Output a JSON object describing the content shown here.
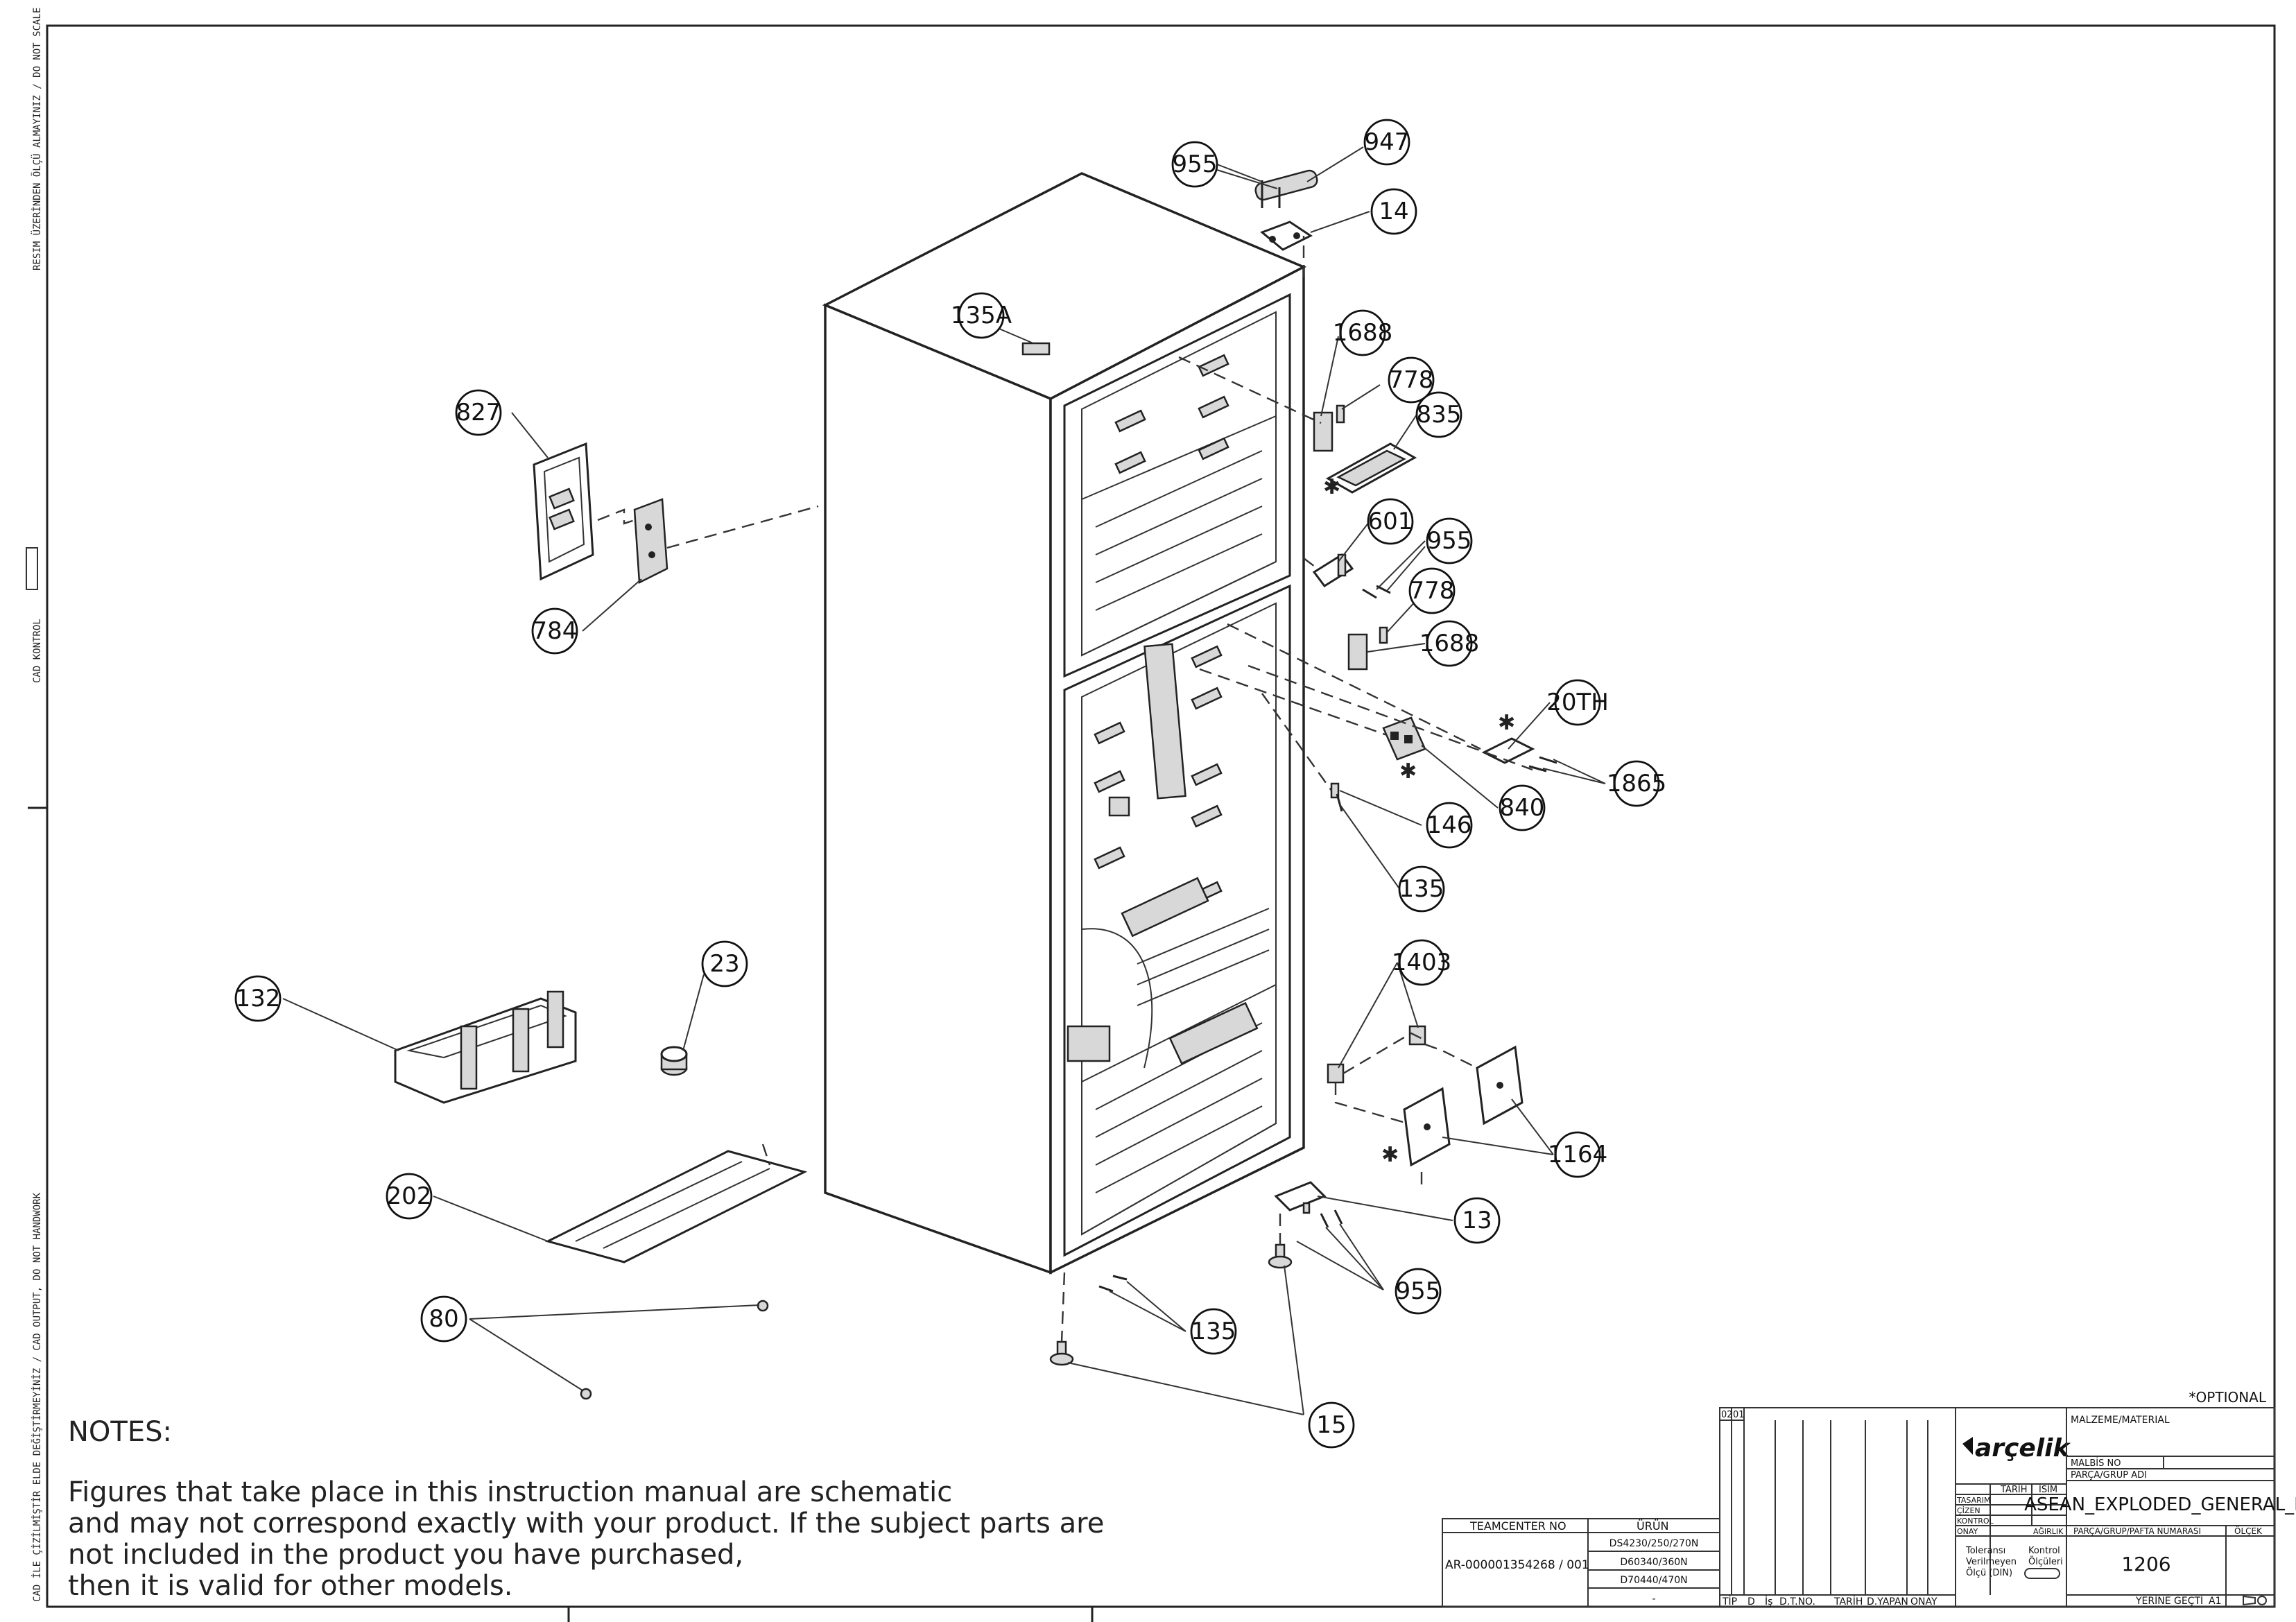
{
  "margin_texts": {
    "top": "RESIM ÜZERİNDEN ÖLÇÜ ALMAYINIZ / DO NOT SCALE",
    "middle": "CAD KONTROL",
    "bottom": "CAD İLE ÇİZİLMİŞTİR ELDE DEĞİŞTİRMEYİNİZ / CAD OUTPUT, DO NOT HANDWORK"
  },
  "callouts": [
    "955",
    "947",
    "14",
    "135A",
    "1688",
    "778",
    "835",
    "827",
    "601",
    "955",
    "778",
    "1688",
    "784",
    "20TH",
    "1865",
    "840",
    "146",
    "135",
    "23",
    "1403",
    "132",
    "1164",
    "202",
    "13",
    "955",
    "80",
    "135",
    "15"
  ],
  "optional_marker": "*OPTIONAL",
  "notes": {
    "heading": "NOTES:",
    "lines": [
      "Figures that take place in this instruction manual are schematic",
      "and may not correspond exactly with your product. If the subject parts are",
      "not included in the product you have purchased,",
      "then it is valid for other models."
    ]
  },
  "title_block": {
    "brand": "arçelik",
    "rev_labels": [
      "02",
      "01"
    ],
    "tip_labels": [
      "TİP",
      "D",
      "İş",
      "D.T.NO.",
      "TARİH",
      "D.YAPAN",
      "ONAY"
    ],
    "tarih": "TARİH",
    "isim": "İSİM",
    "role_labels": [
      "TASARIM",
      "ÇİZEN",
      "KONTROL",
      "ONAY"
    ],
    "tolerance": [
      "Toleransı",
      "Verilmeyen",
      "Ölçü (DIN)"
    ],
    "control": [
      "Kontrol",
      "Ölçüleri"
    ],
    "agirlik": "AĞIRLIK",
    "malzeme_label": "MALZEME/MATERIAL",
    "malbis_label": "MALBİS NO",
    "parca_grup_label": "PARÇA/GRUP ADI",
    "parca_grup_value": "ASEAN_EXPLODED_GENERAL_PK",
    "pafta_label": "PARÇA/GRUP/PAFTA NUMARASI",
    "pafta_value": "1206",
    "olcek": "ÖLÇEK",
    "yerine": "YERİNE GEÇTİ",
    "sheet_size": "A1",
    "teamcenter_label": "TEAMCENTER NO",
    "teamcenter_value": "AR-000001354268 / 001",
    "urun_label": "ÜRÜN",
    "urun_values": [
      "DS4230/250/270N",
      "D60340/360N",
      "D70440/470N",
      "-"
    ]
  }
}
